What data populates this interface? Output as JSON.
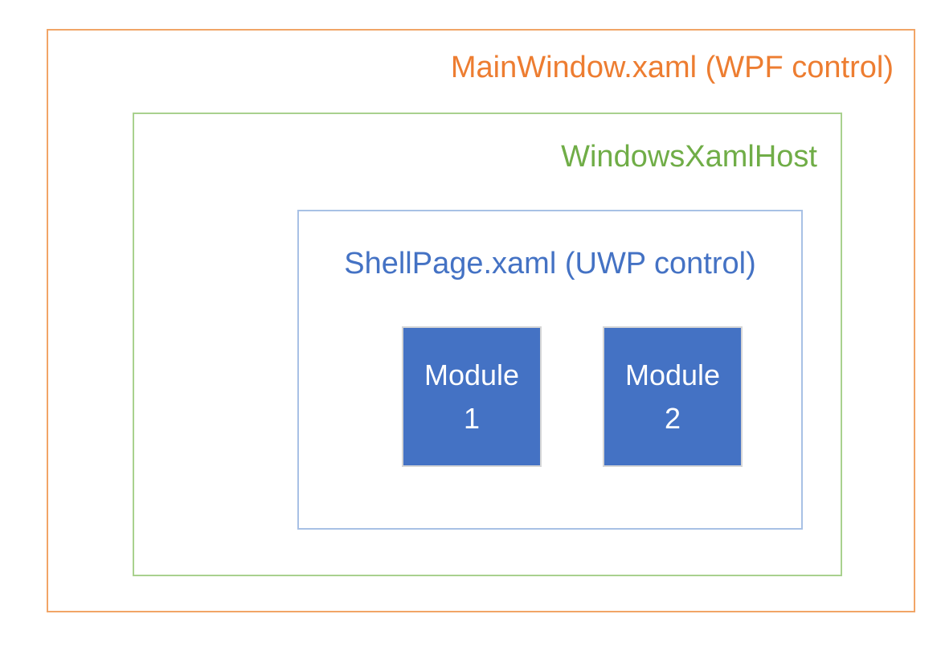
{
  "diagram": {
    "background_color": "#FFFFFF",
    "main_window": {
      "label": "MainWindow.xaml (WPF control)",
      "label_color": "#ED7D31",
      "border_color": "#F1A567"
    },
    "windows_xaml_host": {
      "label": "WindowsXamlHost",
      "label_color": "#70AD47",
      "border_color": "#A9D18E"
    },
    "shell_page": {
      "label": "ShellPage.xaml (UWP control)",
      "label_color": "#4472C4",
      "border_color": "#A8C1E5"
    },
    "modules": [
      {
        "label": "Module 1",
        "line1": "Module",
        "line2": "1",
        "fill_color": "#4472C4",
        "text_color": "#FFFFFF",
        "border_color": "#D6D6D6"
      },
      {
        "label": "Module 2",
        "line1": "Module",
        "line2": "2",
        "fill_color": "#4472C4",
        "text_color": "#FFFFFF",
        "border_color": "#D6D6D6"
      }
    ]
  }
}
